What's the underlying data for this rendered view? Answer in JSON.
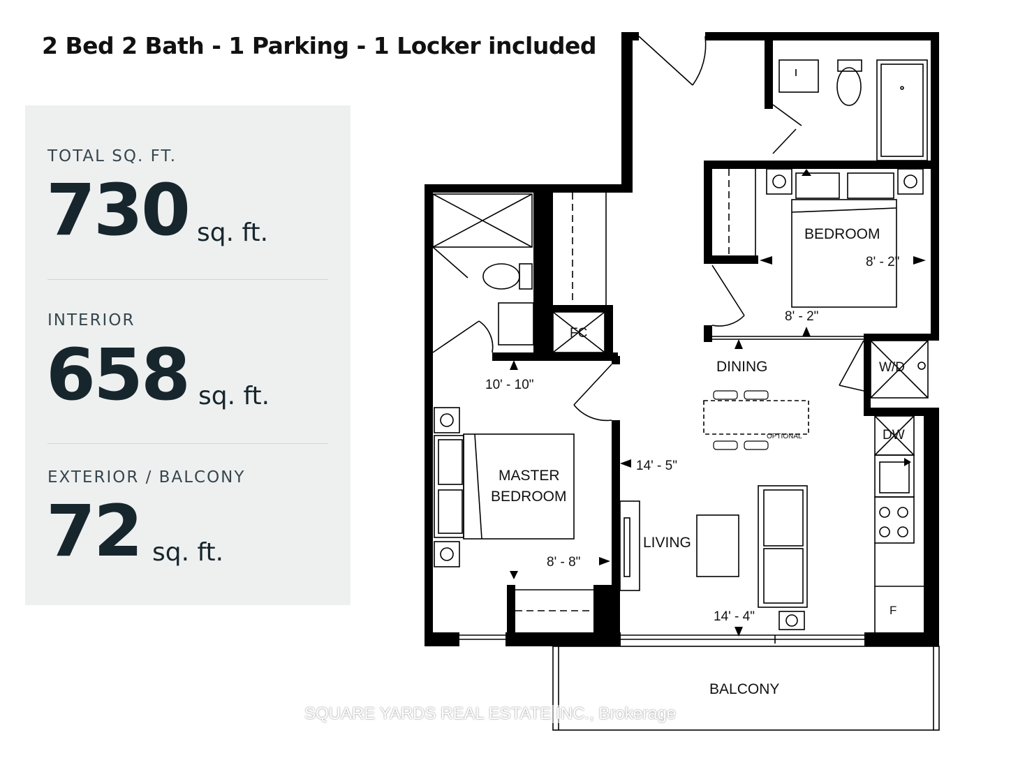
{
  "headline": "2 Bed 2 Bath - 1 Parking - 1 Locker included",
  "stats": [
    {
      "label": "TOTAL SQ. FT.",
      "value": "730",
      "unit": "sq. ft."
    },
    {
      "label": "INTERIOR",
      "value": "658",
      "unit": "sq. ft."
    },
    {
      "label": "EXTERIOR / BALCONY",
      "value": "72",
      "unit": "sq. ft."
    }
  ],
  "floorplan": {
    "rooms": {
      "bedroom": "BEDROOM",
      "master_line1": "MASTER",
      "master_line2": "BEDROOM",
      "dining": "DINING",
      "living": "LIVING",
      "balcony": "BALCONY",
      "fc": "FC",
      "wd": "W/D",
      "dw": "DW",
      "fridge": "F",
      "optional": "OPTIONAL"
    },
    "dimensions": {
      "bedroom_width": "8' - 2\"",
      "bedroom_depth": "8' - 2\"",
      "master_depth": "10' - 10\"",
      "master_width": "8' - 8\"",
      "living_depth": "14' - 5\"",
      "living_width": "14' - 4\""
    }
  },
  "watermark": "SQUARE YARDS REAL ESTATE INC., Brokerage"
}
